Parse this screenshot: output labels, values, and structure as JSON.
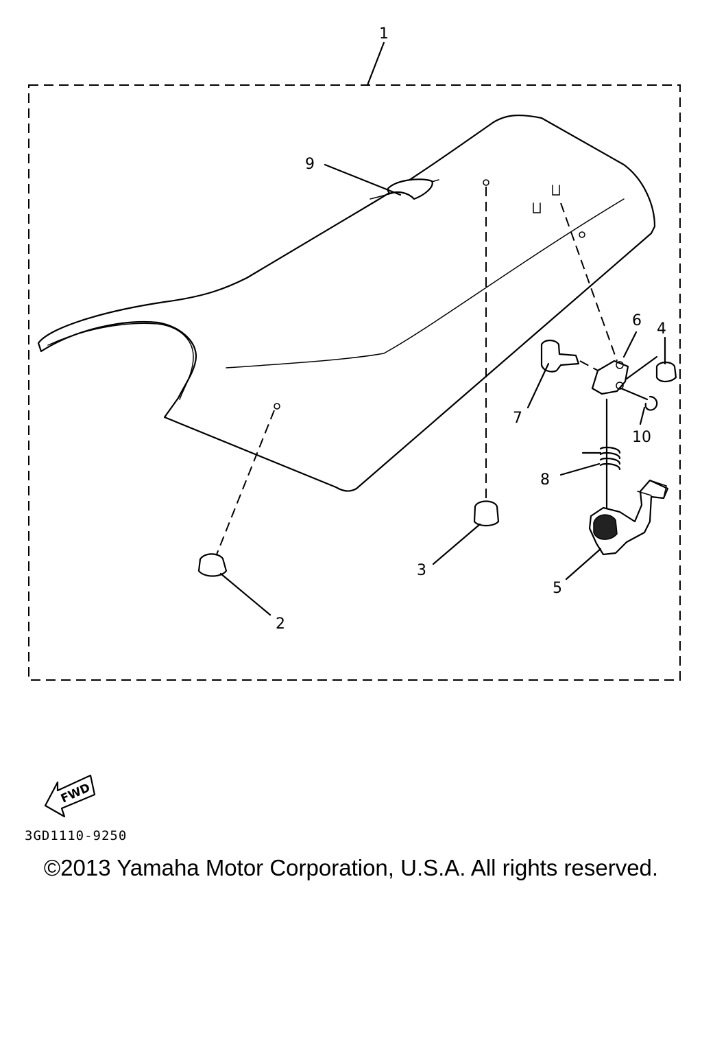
{
  "callouts": {
    "c1": "1",
    "c2": "2",
    "c3": "3",
    "c4": "4",
    "c5": "5",
    "c6": "6",
    "c7": "7",
    "c8": "8",
    "c9": "9",
    "c10": "10"
  },
  "fwd_label": "FWD",
  "diagram_code": "3GD1110-9250",
  "copyright": "©2013 Yamaha Motor Corporation, U.S.A. All rights reserved."
}
